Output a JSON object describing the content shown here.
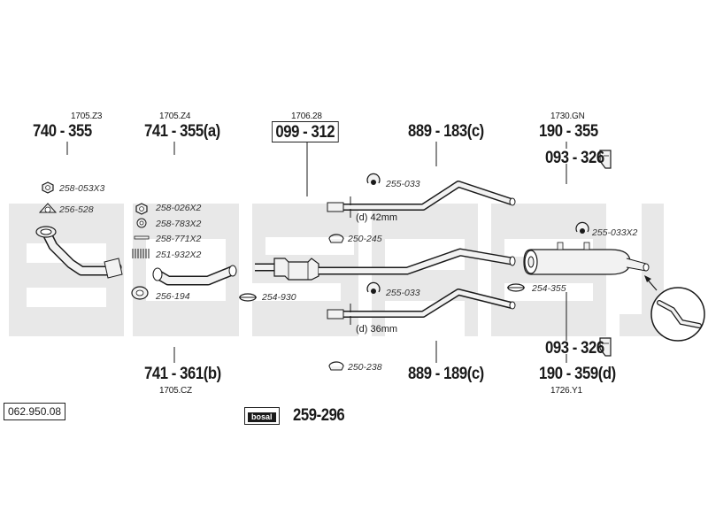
{
  "labels": {
    "ref_1705_z3": "1705.Z3",
    "part_740_355": "740 - 355",
    "ref_1705_z4": "1705.Z4",
    "part_741_355a": "741 - 355(a)",
    "ref_1706_28": "1706.28",
    "part_099_312": "099 - 312",
    "part_889_183c": "889 - 183(c)",
    "ref_1730_gn": "1730.GN",
    "part_190_355": "190 - 355",
    "part_093_326_top": "093 - 326",
    "part_258_053x3": "258-053X3",
    "part_256_528": "256-528",
    "part_258_026x2": "258-026X2",
    "part_258_783x2": "258-783X2",
    "part_258_771x2": "258-771X2",
    "part_251_932x2": "251-932X2",
    "part_256_194": "256-194",
    "part_254_930": "254-930",
    "part_255_033_top": "255-033",
    "dim_42mm": "(d) 42mm",
    "part_250_245": "250-245",
    "part_255_033_bottom": "255-033",
    "dim_36mm": "(d) 36mm",
    "part_250_238": "250-238",
    "part_255_033x2": "255-033X2",
    "part_254_355": "254-355",
    "part_093_326_bottom": "093 - 326",
    "part_190_359d": "190 - 359(d)",
    "ref_1726_y1": "1726.Y1",
    "part_741_361b": "741 - 361(b)",
    "ref_1705_cz": "1705.CZ",
    "part_889_189c": "889 - 189(c)",
    "diagram_number": "062.950.08",
    "brand_logo": "bosal",
    "part_259_296": "259-296"
  },
  "colors": {
    "ink": "#1a1a1a",
    "pipe_fill": "#f2f2f2",
    "watermark": "#e6e6e6"
  },
  "watermark_text": "BOSAL",
  "icons": [
    "nut-icon",
    "gasket-icon",
    "spring-icon",
    "clamp-icon",
    "rubber-mount-icon",
    "bracket-icon",
    "magnifier-icon",
    "arrow-icon"
  ]
}
